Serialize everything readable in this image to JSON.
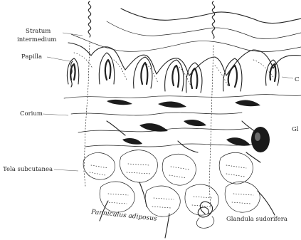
{
  "labels": {
    "stratum_intermedium": [
      "Stratum",
      "intermedium"
    ],
    "papilla": "Papilla",
    "corium": "Corium",
    "tela_subcutanea": "Tela subcutanea",
    "panniculus_adiposus": "Panniculus adiposus",
    "glandula_sudorifera": "Glandula sudorifera",
    "right_clipped_upper": "C",
    "right_clipped_lower": "Gl"
  }
}
